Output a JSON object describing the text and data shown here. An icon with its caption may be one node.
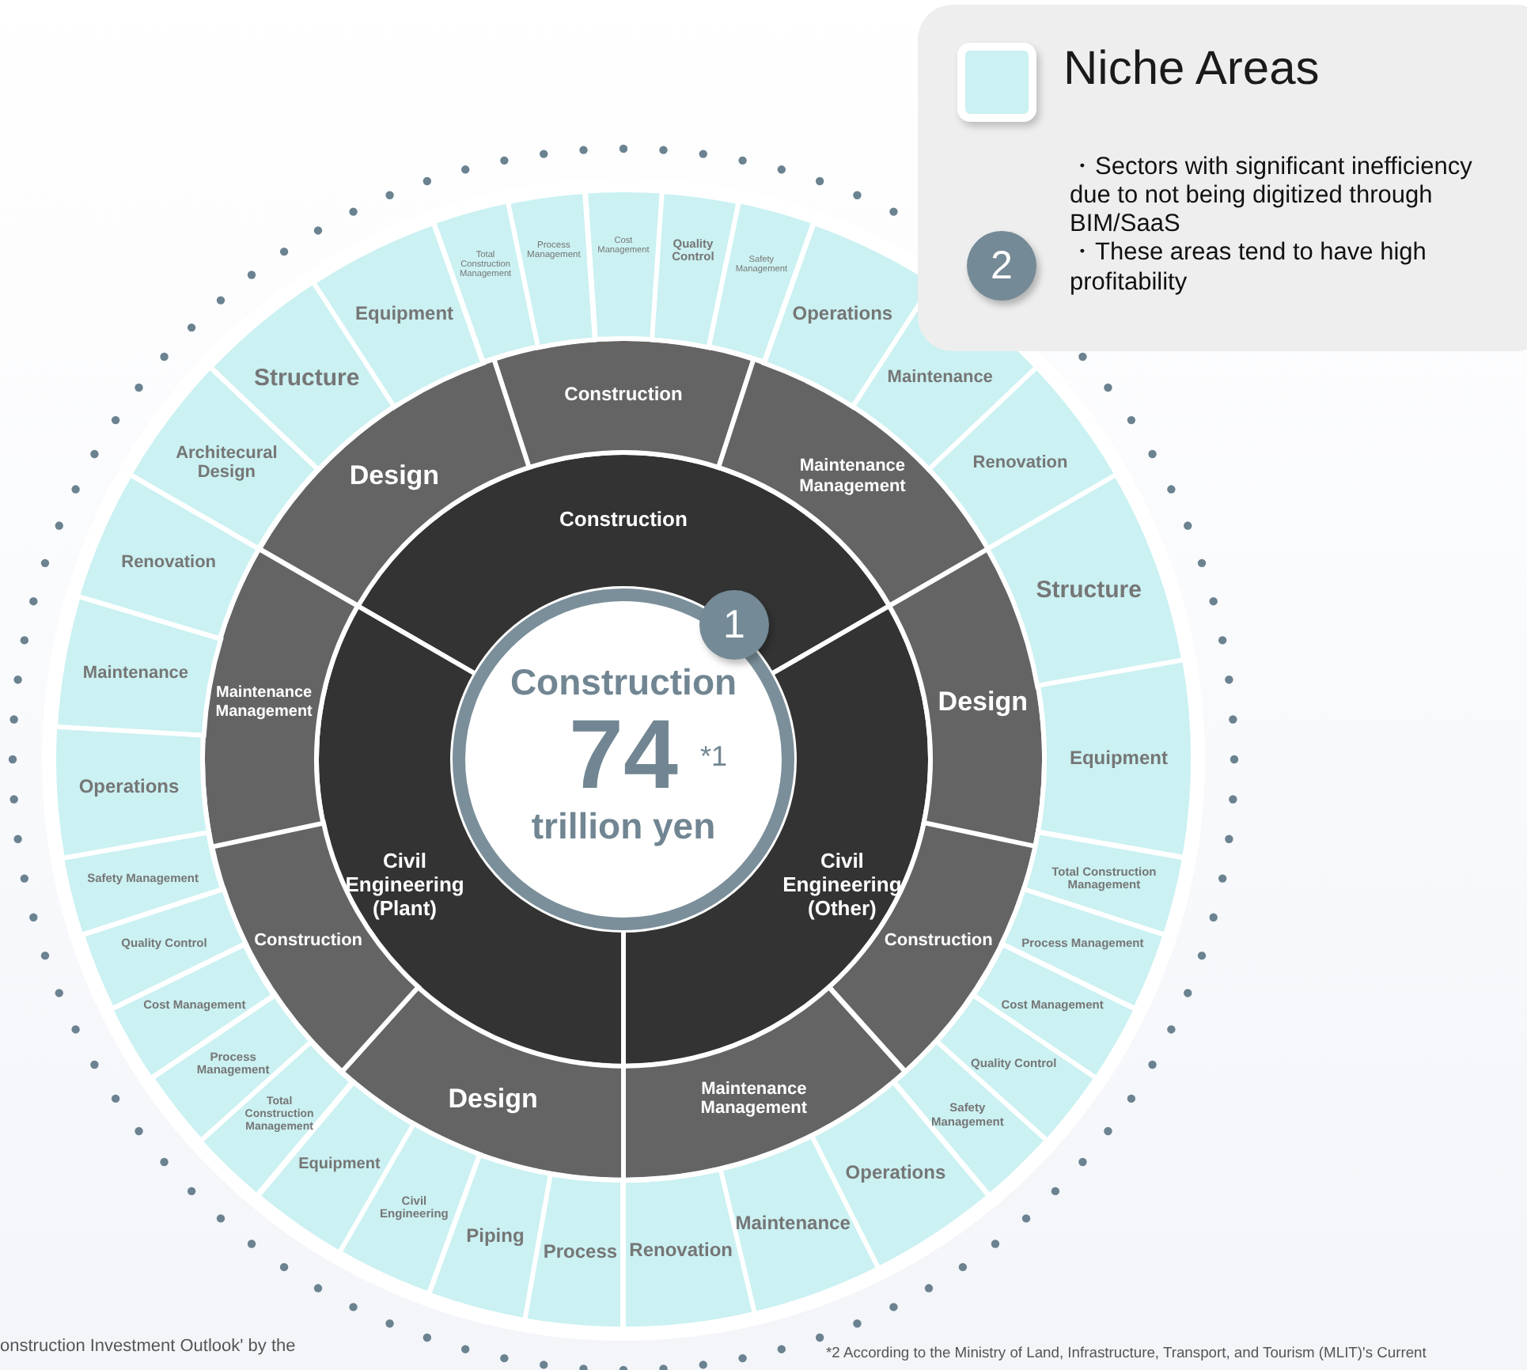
{
  "diagram": {
    "nodes": [
      {
        "text": [
          "Construction",
          "74",
          "*1",
          "trillion yen"
        ]
      },
      {
        "text": [
          "Construction"
        ]
      },
      {
        "text": [
          "Civil Engineering (Other)"
        ]
      },
      {
        "text": [
          "Civil Engineering (Plant)"
        ]
      },
      {
        "text": [
          "Construction"
        ]
      },
      {
        "text": [
          "Maintenance Management"
        ]
      },
      {
        "text": [
          "Design"
        ]
      },
      {
        "text": [
          "Construction"
        ]
      },
      {
        "text": [
          "Maintenance Management"
        ]
      },
      {
        "text": [
          "Design"
        ]
      },
      {
        "text": [
          "Construction"
        ]
      },
      {
        "text": [
          "Maintenance Management"
        ]
      },
      {
        "text": [
          "Design"
        ]
      },
      {
        "text": [
          "Total Construction Management"
        ]
      },
      {
        "text": [
          "Process Management"
        ]
      },
      {
        "text": [
          "Cost Management"
        ]
      },
      {
        "text": [
          "Quality Control"
        ]
      },
      {
        "text": [
          "Safety Management"
        ]
      },
      {
        "text": [
          "Operations"
        ]
      },
      {
        "text": [
          "Maintenance"
        ]
      },
      {
        "text": [
          "Renovation"
        ]
      },
      {
        "text": [
          "Structure"
        ]
      },
      {
        "text": [
          "Equipment"
        ]
      },
      {
        "text": [
          "Total Construction Management"
        ]
      },
      {
        "text": [
          "Process Management"
        ]
      },
      {
        "text": [
          "Cost Management"
        ]
      },
      {
        "text": [
          "Quality Control"
        ]
      },
      {
        "text": [
          "Safety Management"
        ]
      },
      {
        "text": [
          "Operations"
        ]
      },
      {
        "text": [
          "Maintenance"
        ]
      },
      {
        "text": [
          "Renovation"
        ]
      },
      {
        "text": [
          "Process"
        ]
      },
      {
        "text": [
          "Piping"
        ]
      },
      {
        "text": [
          "Civil Engineering"
        ]
      },
      {
        "text": [
          "Equipment"
        ]
      },
      {
        "text": [
          "Total Construction Management"
        ]
      },
      {
        "text": [
          "Process Management"
        ]
      },
      {
        "text": [
          "Cost Management"
        ]
      },
      {
        "text": [
          "Quality Control"
        ]
      },
      {
        "text": [
          "Safety Management"
        ]
      },
      {
        "text": [
          "Operations"
        ]
      },
      {
        "text": [
          "Maintenance"
        ]
      },
      {
        "text": [
          "Renovation"
        ]
      },
      {
        "text": [
          "Architecural Design"
        ]
      },
      {
        "text": [
          "Structure"
        ]
      },
      {
        "text": [
          "Equipment"
        ]
      }
    ],
    "labels": [
      "・Sectors with significant inefficiency due to not being digitized through BIM/SaaS",
      "2",
      "・These areas tend to have high profitability",
      "1",
      "onstruction Investment Outlook' by the",
      "*2 According to the Ministry of Land, Infrastructure, Transport, and Tourism (MLIT)'s Current"
    ],
    "legend": [
      {
        "text": "Niche Areas",
        "color": "#cbf1f2"
      }
    ]
  }
}
